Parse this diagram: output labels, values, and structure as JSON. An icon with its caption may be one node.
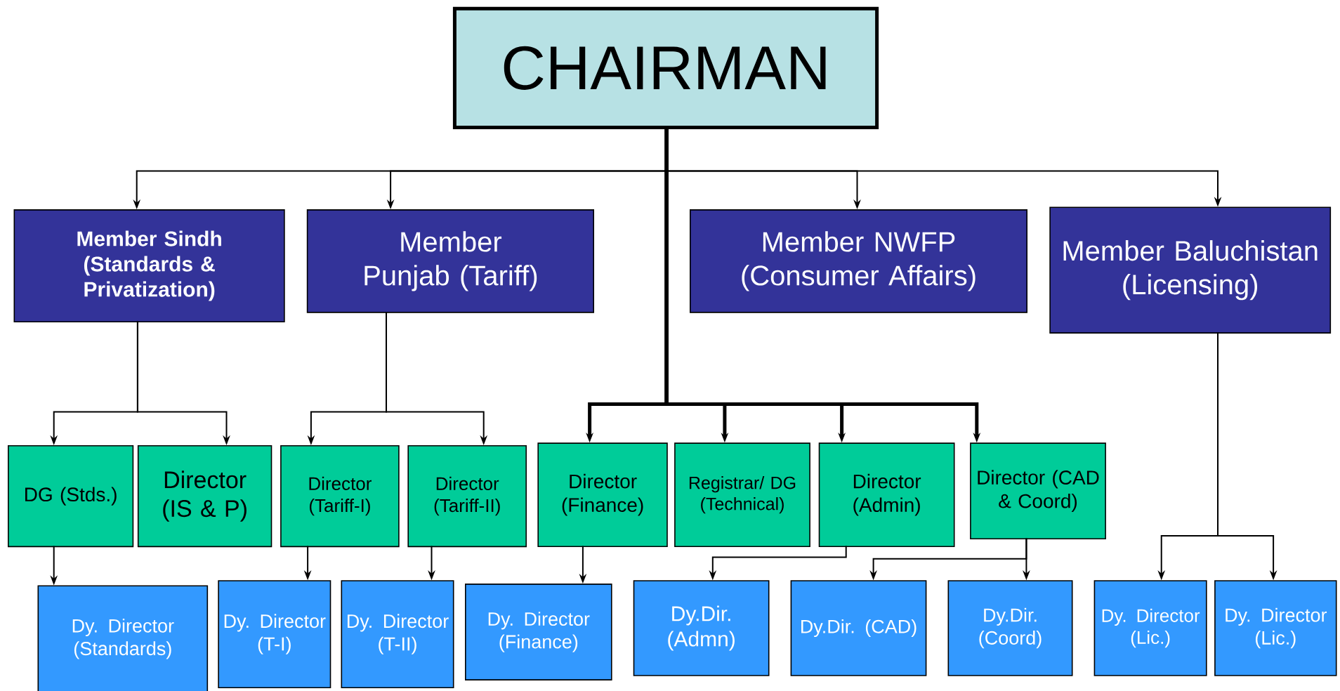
{
  "diagram": {
    "nodes": [
      {
        "text": [
          "CHAIRMAN"
        ]
      },
      {
        "text": [
          "Member Sindh (Standards & Privatization)"
        ]
      },
      {
        "text": [
          "Member Punjab (Tariff)"
        ]
      },
      {
        "text": [
          "Member NWFP (Consumer Affairs)"
        ]
      },
      {
        "text": [
          "Member Baluchistan (Licensing)"
        ]
      },
      {
        "text": [
          "DG (Stds.)"
        ]
      },
      {
        "text": [
          "Director (IS & P)"
        ]
      },
      {
        "text": [
          "Director (Tariff-I)"
        ]
      },
      {
        "text": [
          "Director (Tariff-II)"
        ]
      },
      {
        "text": [
          "Director (Finance)"
        ]
      },
      {
        "text": [
          "Registrar/ DG (Technical)"
        ]
      },
      {
        "text": [
          "Director (Admin)"
        ]
      },
      {
        "text": [
          "Director (CAD & Coord)"
        ]
      },
      {
        "text": [
          "Dy. Director (Standards)"
        ]
      },
      {
        "text": [
          "Dy. Director (T-I)"
        ]
      },
      {
        "text": [
          "Dy. Director (T-II)"
        ]
      },
      {
        "text": [
          "Dy. Director (Finance)"
        ]
      },
      {
        "text": [
          "Dy.Dir. (Admn)"
        ]
      },
      {
        "text": [
          "Dy.Dir. (CAD)"
        ]
      },
      {
        "text": [
          "Dy.Dir. (Coord)"
        ]
      },
      {
        "text": [
          "Dy. Director (Lic.)"
        ]
      },
      {
        "text": [
          "Dy. Director (Lic.)"
        ]
      }
    ],
    "edges": [
      {
        "from": 0,
        "to": 1,
        "arrow": "to"
      },
      {
        "from": 0,
        "to": 2,
        "arrow": "to"
      },
      {
        "from": 0,
        "to": 3,
        "arrow": "to"
      },
      {
        "from": 0,
        "to": 4,
        "arrow": "to"
      },
      {
        "from": 0,
        "to": 9,
        "arrow": "to",
        "style": "thick"
      },
      {
        "from": 0,
        "to": 10,
        "arrow": "to",
        "style": "thick"
      },
      {
        "from": 0,
        "to": 11,
        "arrow": "to",
        "style": "thick"
      },
      {
        "from": 0,
        "to": 12,
        "arrow": "to",
        "style": "thick"
      },
      {
        "from": 1,
        "to": 5,
        "arrow": "to"
      },
      {
        "from": 1,
        "to": 6,
        "arrow": "to"
      },
      {
        "from": 2,
        "to": 7,
        "arrow": "to"
      },
      {
        "from": 2,
        "to": 8,
        "arrow": "to"
      },
      {
        "from": 4,
        "to": 20,
        "arrow": "to"
      },
      {
        "from": 4,
        "to": 21,
        "arrow": "to"
      },
      {
        "from": 5,
        "to": 13,
        "arrow": "to"
      },
      {
        "from": 7,
        "to": 14,
        "arrow": "to"
      },
      {
        "from": 8,
        "to": 15,
        "arrow": "to"
      },
      {
        "from": 9,
        "to": 16,
        "arrow": "to"
      },
      {
        "from": 11,
        "to": 17,
        "arrow": "to"
      },
      {
        "from": 12,
        "to": 18,
        "arrow": "to"
      },
      {
        "from": 12,
        "to": 19,
        "arrow": "to"
      }
    ]
  }
}
